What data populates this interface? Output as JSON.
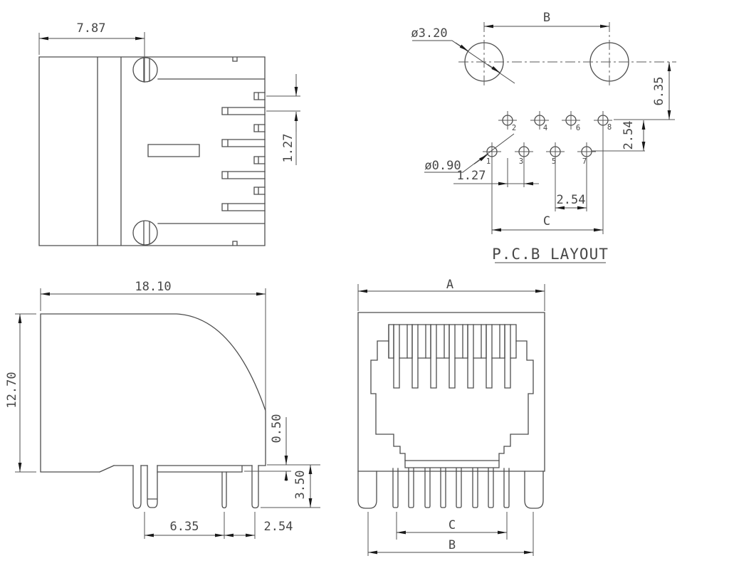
{
  "drawing": {
    "kind": "connector-technical-drawing",
    "background": "#ffffff",
    "line_color": "#4d4d4d",
    "arrow_color": "#1a1a1a"
  },
  "top_side_view": {
    "width": "7.87",
    "pin_pitch": "1.27"
  },
  "pcb_layout": {
    "title": "P.C.B LAYOUT",
    "hole_dia": "ø3.20",
    "pin_dia": "ø0.90",
    "hole_span": "B",
    "hole_offset": "6.35",
    "row_gap": "2.54",
    "col_offset": "1.27",
    "pin_pitch": "2.54",
    "row_span": "C",
    "pins": [
      "1",
      "2",
      "3",
      "4",
      "5",
      "6",
      "7",
      "8"
    ]
  },
  "left_side_view": {
    "length": "18.10",
    "height": "12.70",
    "standoff": "0.50",
    "pin_length": "3.50",
    "post_gap": "6.35",
    "pin_gap": "2.54"
  },
  "front_view": {
    "width": "A",
    "contact_span": "C",
    "leg_span": "B"
  }
}
